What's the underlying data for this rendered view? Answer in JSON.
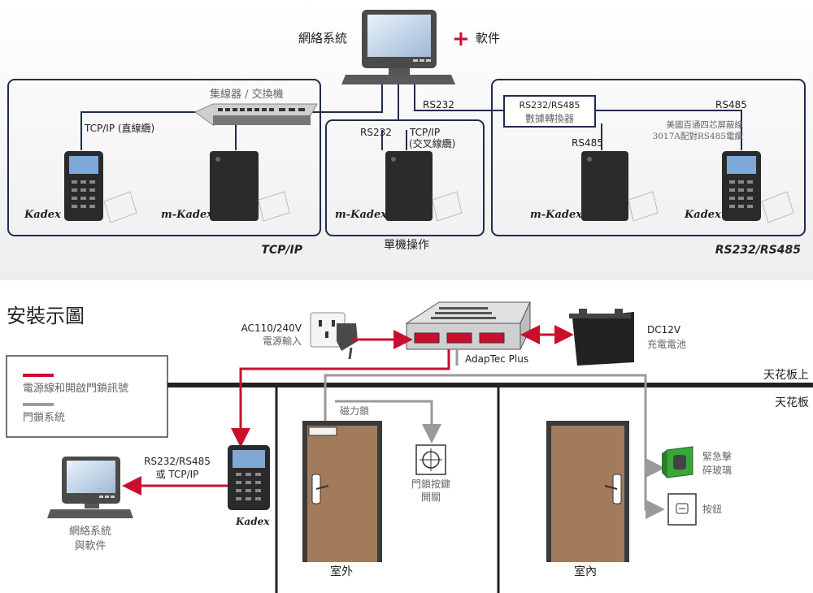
{
  "top": {
    "network_label": "網絡系統",
    "plus_sign": "+",
    "software_label": "軟件",
    "hub_label": "集線器 / 交換機",
    "tcp_direct": "TCP/IP (直線纜)",
    "rs232_a": "RS232",
    "rs232_b": "RS232",
    "tcp_cross_1": "TCP/IP",
    "tcp_cross_2": "(交叉線纜)",
    "converter_1": "RS232/RS485",
    "converter_2": "數據轉換器",
    "rs485_a": "RS485",
    "rs485_b": "RS485",
    "cable_note_1": "美國百通四芯屏蔽線",
    "cable_note_2": "3017A配對RS485電纜",
    "brand_kadex": "Kadex",
    "brand_mkadex": "m-Kadex",
    "section_tcp": "TCP/IP",
    "section_single": "單機操作",
    "section_rs": "RS232/RS485"
  },
  "bottom": {
    "title": "安裝示圖",
    "legend_red": "電源線和開啟門鎖訊號",
    "legend_gray": "門鎖系統",
    "ac_1": "AC110/240V",
    "ac_2": "電源輸入",
    "adaptec": "AdapTec Plus",
    "dc_1": "DC12V",
    "dc_2": "充電電池",
    "ceiling_above": "天花板上",
    "ceiling": "天花板",
    "maglock": "磁力鎖",
    "rs_link_1": "RS232/RS485",
    "rs_link_2": "或 TCP/IP",
    "brand_kadex": "Kadex",
    "exit_btn_1": "門鎖按鍵",
    "exit_btn_2": "開關",
    "break_glass_1": "緊急擊",
    "break_glass_2": "碎玻璃",
    "push_btn": "按鈕",
    "pc_1": "網絡系統",
    "pc_2": "與軟件",
    "outside": "室外",
    "inside": "室內"
  },
  "colors": {
    "red": "#c8102e",
    "gray": "#9a9a9a",
    "navy": "#1f2d4d",
    "door": "#a27b5c"
  }
}
